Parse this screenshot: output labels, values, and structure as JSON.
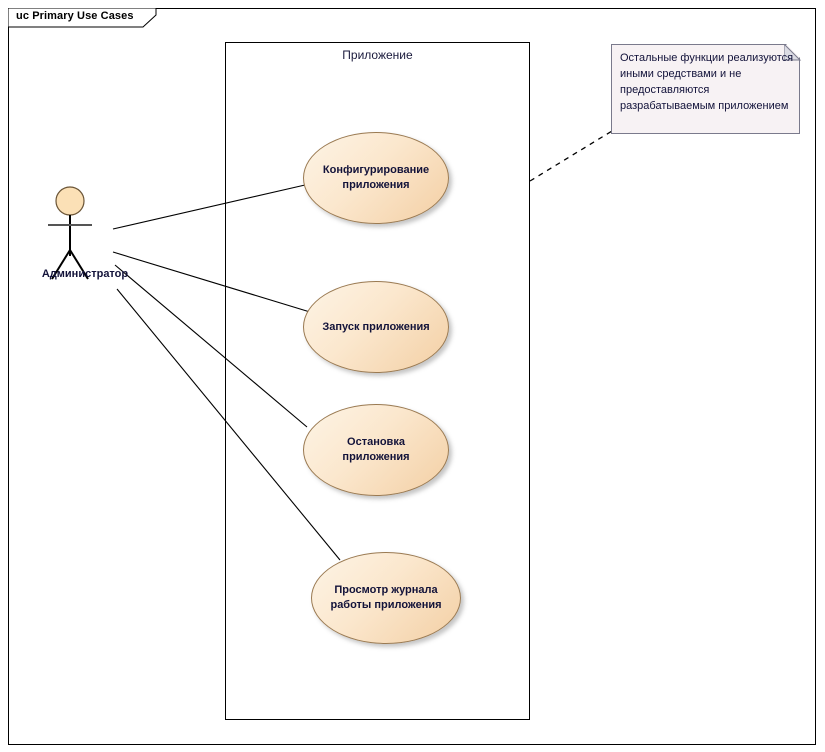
{
  "diagram": {
    "type": "uml-use-case-diagram",
    "title_tab": "uc Primary Use Cases",
    "system_boundary_label": "Приложение",
    "actors": [
      {
        "id": "administrator",
        "label": "Администратор"
      }
    ],
    "use_cases": [
      {
        "id": "configure",
        "label": "Конфигурирование\nприложения"
      },
      {
        "id": "start",
        "label": "Запуск приложения"
      },
      {
        "id": "stop",
        "label": "Остановка\nприложения"
      },
      {
        "id": "viewlog",
        "label": "Просмотр журнала\nработы приложения"
      }
    ],
    "note": {
      "text": "Остальные функции реализуются\nиными средствами и не\nпредоставляются\nразрабатываемым приложением"
    },
    "associations": [
      {
        "from": "administrator",
        "to": "configure"
      },
      {
        "from": "administrator",
        "to": "start"
      },
      {
        "from": "administrator",
        "to": "stop"
      },
      {
        "from": "administrator",
        "to": "viewlog"
      }
    ],
    "note_anchor": {
      "from": "note",
      "to": "system-boundary",
      "style": "dashed"
    },
    "colors": {
      "use_case_fill_light": "#fdf4e6",
      "use_case_fill_dark": "#f3cfa4",
      "use_case_border": "#9a7a52",
      "actor_head_fill": "#fbe0b6",
      "note_fill": "#f7f2f4",
      "note_border": "#7a7a8c",
      "line": "#000000",
      "text": "#13133a",
      "frame": "#000000"
    }
  }
}
